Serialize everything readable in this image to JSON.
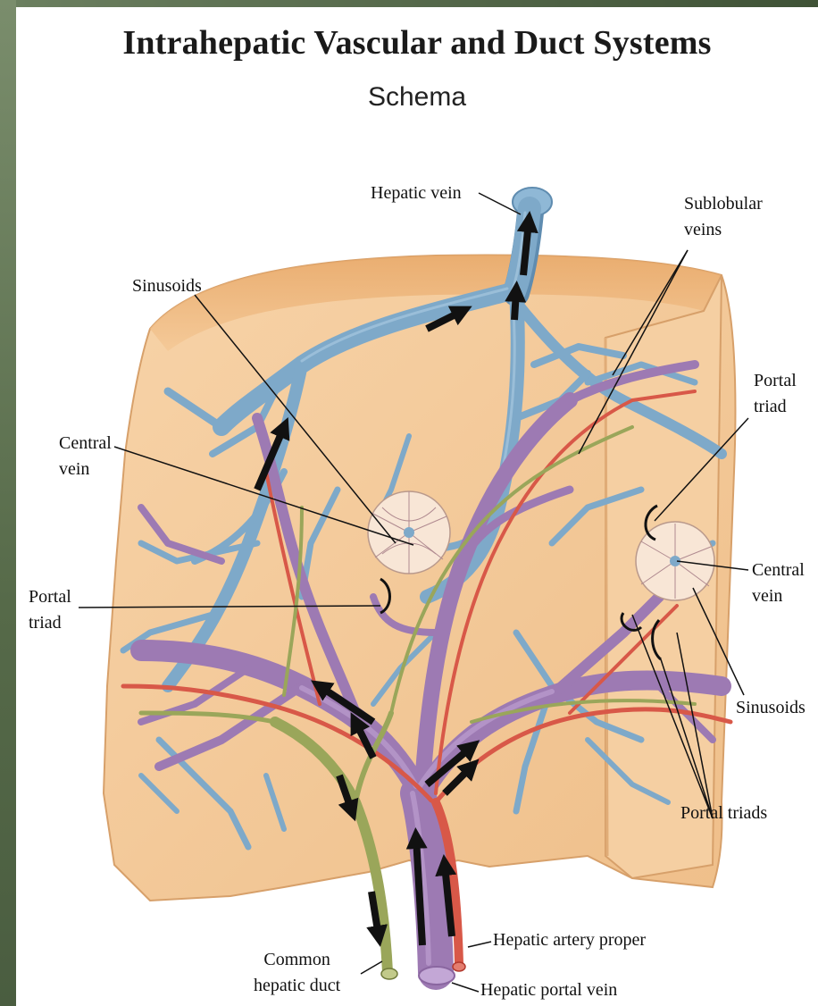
{
  "title": "Intrahepatic Vascular and Duct Systems",
  "subtitle": "Schema",
  "labels": {
    "hepatic_vein": "Hepatic vein",
    "sublobular_veins": [
      "Sublobular",
      "veins"
    ],
    "sinusoids_left": "Sinusoids",
    "central_vein_left": [
      "Central",
      "vein"
    ],
    "portal_triad_left": [
      "Portal",
      "triad"
    ],
    "portal_triad_right": [
      "Portal",
      "triad"
    ],
    "central_vein_right": [
      "Central",
      "vein"
    ],
    "sinusoids_right": "Sinusoids",
    "portal_triads": "Portal triads",
    "common_hepatic_duct": [
      "Common",
      "hepatic duct"
    ],
    "hepatic_artery_proper": "Hepatic artery proper",
    "hepatic_portal_vein": "Hepatic portal vein"
  },
  "colors": {
    "liver": "#f3c592",
    "liver_edge": "#dca46c",
    "hepatic_vein": "#7ea9c9",
    "portal_vein": "#9d7ab3",
    "hepatic_artery": "#d85848",
    "bile_duct": "#9aa65a",
    "flow_arrow": "#111111"
  }
}
